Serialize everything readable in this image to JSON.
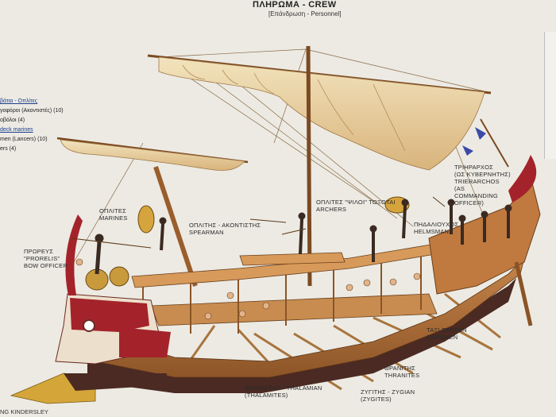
{
  "header": {
    "title": "ΠΛΗΡΩΜΑ - CREW",
    "subtitle": "[Επάνδρωση  -  Personnel]"
  },
  "legend": {
    "line1": "βάται - Οπλίτες",
    "line2": "γοφόροι (Ακοντιστές) (10)",
    "line3": "οβόλοι (4)",
    "line4": "deck marines",
    "line5": "men (Lancers) (10)",
    "line6": "ers (4)"
  },
  "labels": {
    "marines": "ΟΠΛΙΤΕΣ\nMARINES",
    "proreus": "ΠΡΩΡΕΥΣ\n\"PRORELIS\"\nBOW OFFICER",
    "spearman": "ΟΠΛΙΤΗΣ - ΑΚΟΝΤΙΣΤΗΣ\nSPEARMAN",
    "archers": "ΟΠΛΙΤΕΣ \"ΨΙΛΟΙ\" ΤΟΞΟΤΑΙ\nARCHERS",
    "trierarch": "ΤΡΙΗΡΑΡΧΟΣ\n(ΩΣ ΚΥΒΕΡΝΗΤΗΣ)\nTRIERARCHOS\n(AS\nCOMMANDING\nOFFICER)",
    "helmsman": "ΠΗΔΑΛΙΟΥΧΟΣ\nHELMSMAN",
    "oarsmen": "ΤΑΞΙ ΕΡΕΤΩΝ\nOARSMEN",
    "thranites": "ΘΡΑΝΙΤΗΣ\nTHRANITES",
    "thalamian": "ΘΑΛΑΜΙΤΗΣ - THALAMIAN\n(THALAMITES)",
    "zygian": "ΖΥΓΙΤΗΣ - ZYGIAN\n(ZYGITES)"
  },
  "credit": "NG KINDERSLEY",
  "colors": {
    "sail": "#e9d4a6",
    "sail_shade": "#c9a06a",
    "wood": "#b9763b",
    "wood_dark": "#7b4a22",
    "hull_red": "#a4232b",
    "hull_cream": "#ece0cc",
    "hull_dark": "#4a2a22",
    "background": "#eceae3"
  }
}
